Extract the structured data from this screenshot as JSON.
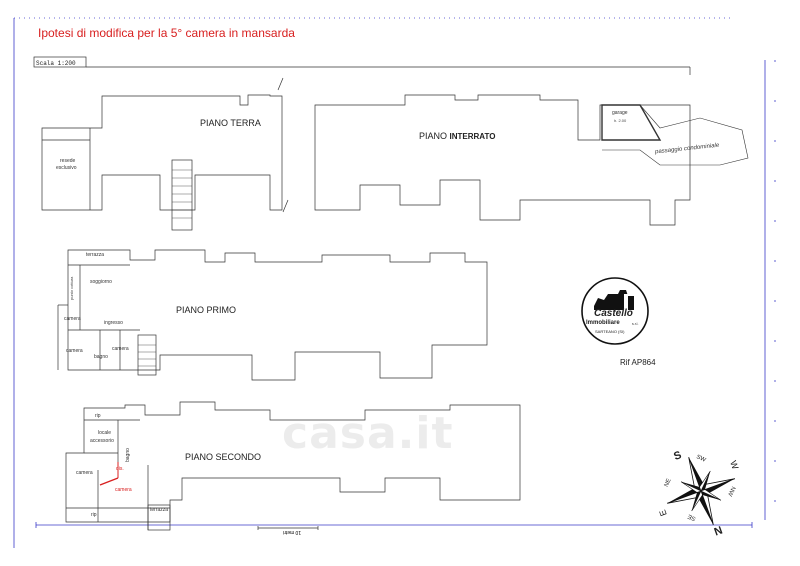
{
  "document": {
    "title": "Ipotesi di modifica per la 5° camera in mansarda",
    "scale_label": "Scala 1:200",
    "reference": "Rif AP864",
    "floors": {
      "terra": "PIANO TERRA",
      "interrato_prefix": "PIANO",
      "interrato_bold": "INTERRATO",
      "primo": "PIANO PRIMO",
      "secondo": "PIANO SECONDO"
    },
    "rooms": {
      "resede": "resede",
      "esclusivo": "esclusivo",
      "garage": "garage",
      "garage_dim": "h. 2.00",
      "passaggio": "passaggio condominiale",
      "terrazza_top": "terrazza",
      "soggiorno": "soggiorno",
      "angolo_cottura": "punto cottura",
      "camera_p1_a": "camera",
      "ingresso": "ingresso",
      "camera_p1_b": "camera",
      "bagno_p1": "bagno",
      "camera_p1_c": "camera",
      "rip_top": "rip",
      "locale": "locale",
      "accessorio": "accessorio",
      "bagno_p2": "bagno",
      "camera_p2_a": "camera",
      "wc_red": "dis.",
      "camera_red": "camera",
      "rip_bottom": "rip",
      "terrazza_bottom": "terrazza"
    },
    "scale_bar": "10 metri",
    "logo": {
      "name": "Castello",
      "subtitle": "Immobiliare",
      "city": "SARTEANO (SI)",
      "suffix": "s.r.l."
    },
    "compass": {
      "n": "N",
      "s": "S",
      "e": "E",
      "w": "W",
      "ne": "NE",
      "nw": "NW",
      "se": "SE",
      "sw": "SW"
    },
    "watermark": "casa.it"
  },
  "colors": {
    "accent_red": "#d82020",
    "blueprint_blue": "#3a3ac8",
    "line": "#333333"
  }
}
